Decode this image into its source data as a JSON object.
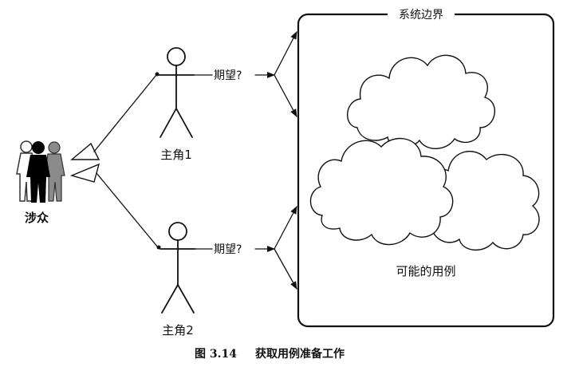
{
  "system_boundary": {
    "label": "系统边界"
  },
  "stakeholders": {
    "label": "涉众"
  },
  "actors": [
    {
      "name": "主角1"
    },
    {
      "name": "主角2"
    }
  ],
  "expectations": [
    {
      "label": "期望?"
    },
    {
      "label": "期望?"
    }
  ],
  "use_cases": {
    "label": "可能的用例"
  },
  "caption": {
    "figure": "图 3.14",
    "title": "获取用例准备工作"
  }
}
